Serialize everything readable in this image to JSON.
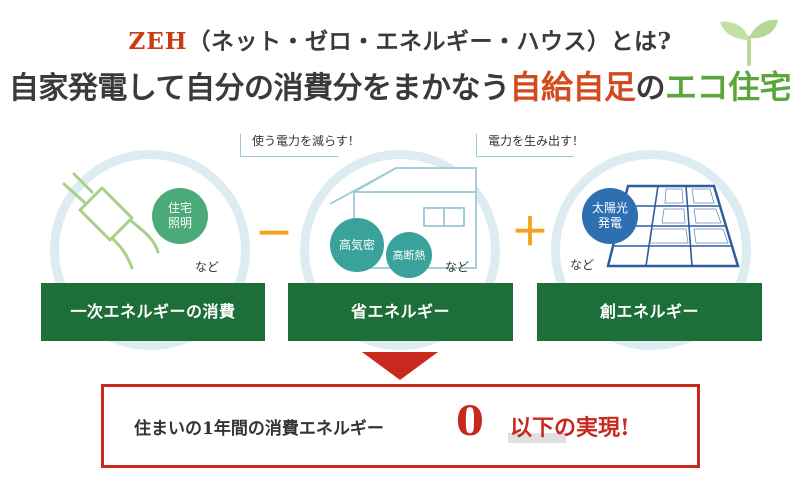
{
  "title": {
    "zeh": "ZEH",
    "paren": "（ネット・ゼロ・エネルギー・ハウス）とは?",
    "line2_a": "自家発電して自分の消費分をまかなう",
    "line2_red": "自給自足",
    "line2_b": "の",
    "line2_green": "エコ住宅"
  },
  "notes": {
    "save": "使う電力を減らす！",
    "create": "電力を生み出す！"
  },
  "consumption": {
    "bubble": "住宅照明",
    "bubble_line1": "住宅",
    "bubble_line2": "照明",
    "nado": "など",
    "label": "一次エネルギーの消費"
  },
  "saving": {
    "bubble_a": "高気密",
    "bubble_b": "高断熱",
    "nado": "など",
    "label": "省エネルギー"
  },
  "creating": {
    "bubble_line1": "太陽光",
    "bubble_line2": "発電",
    "nado": "など",
    "label": "創エネルギー"
  },
  "operators": {
    "minus": "－",
    "plus": "＋"
  },
  "result": {
    "text": "住まいの1年間の消費エネルギー",
    "zero": "0",
    "suffix": "以下の実現!"
  },
  "colors": {
    "green_box": "#1e6e3a",
    "bubble_green": "#4aaa78",
    "bubble_teal": "#3aa29a",
    "bubble_blue": "#2e6fb2",
    "accent_red": "#c8281e",
    "operator_orange": "#f0a41c",
    "ring": "#dcecf0"
  },
  "icons": [
    "sprout-icon",
    "plug-icon",
    "house-icon",
    "solar-panel-icon",
    "down-arrow-icon"
  ]
}
